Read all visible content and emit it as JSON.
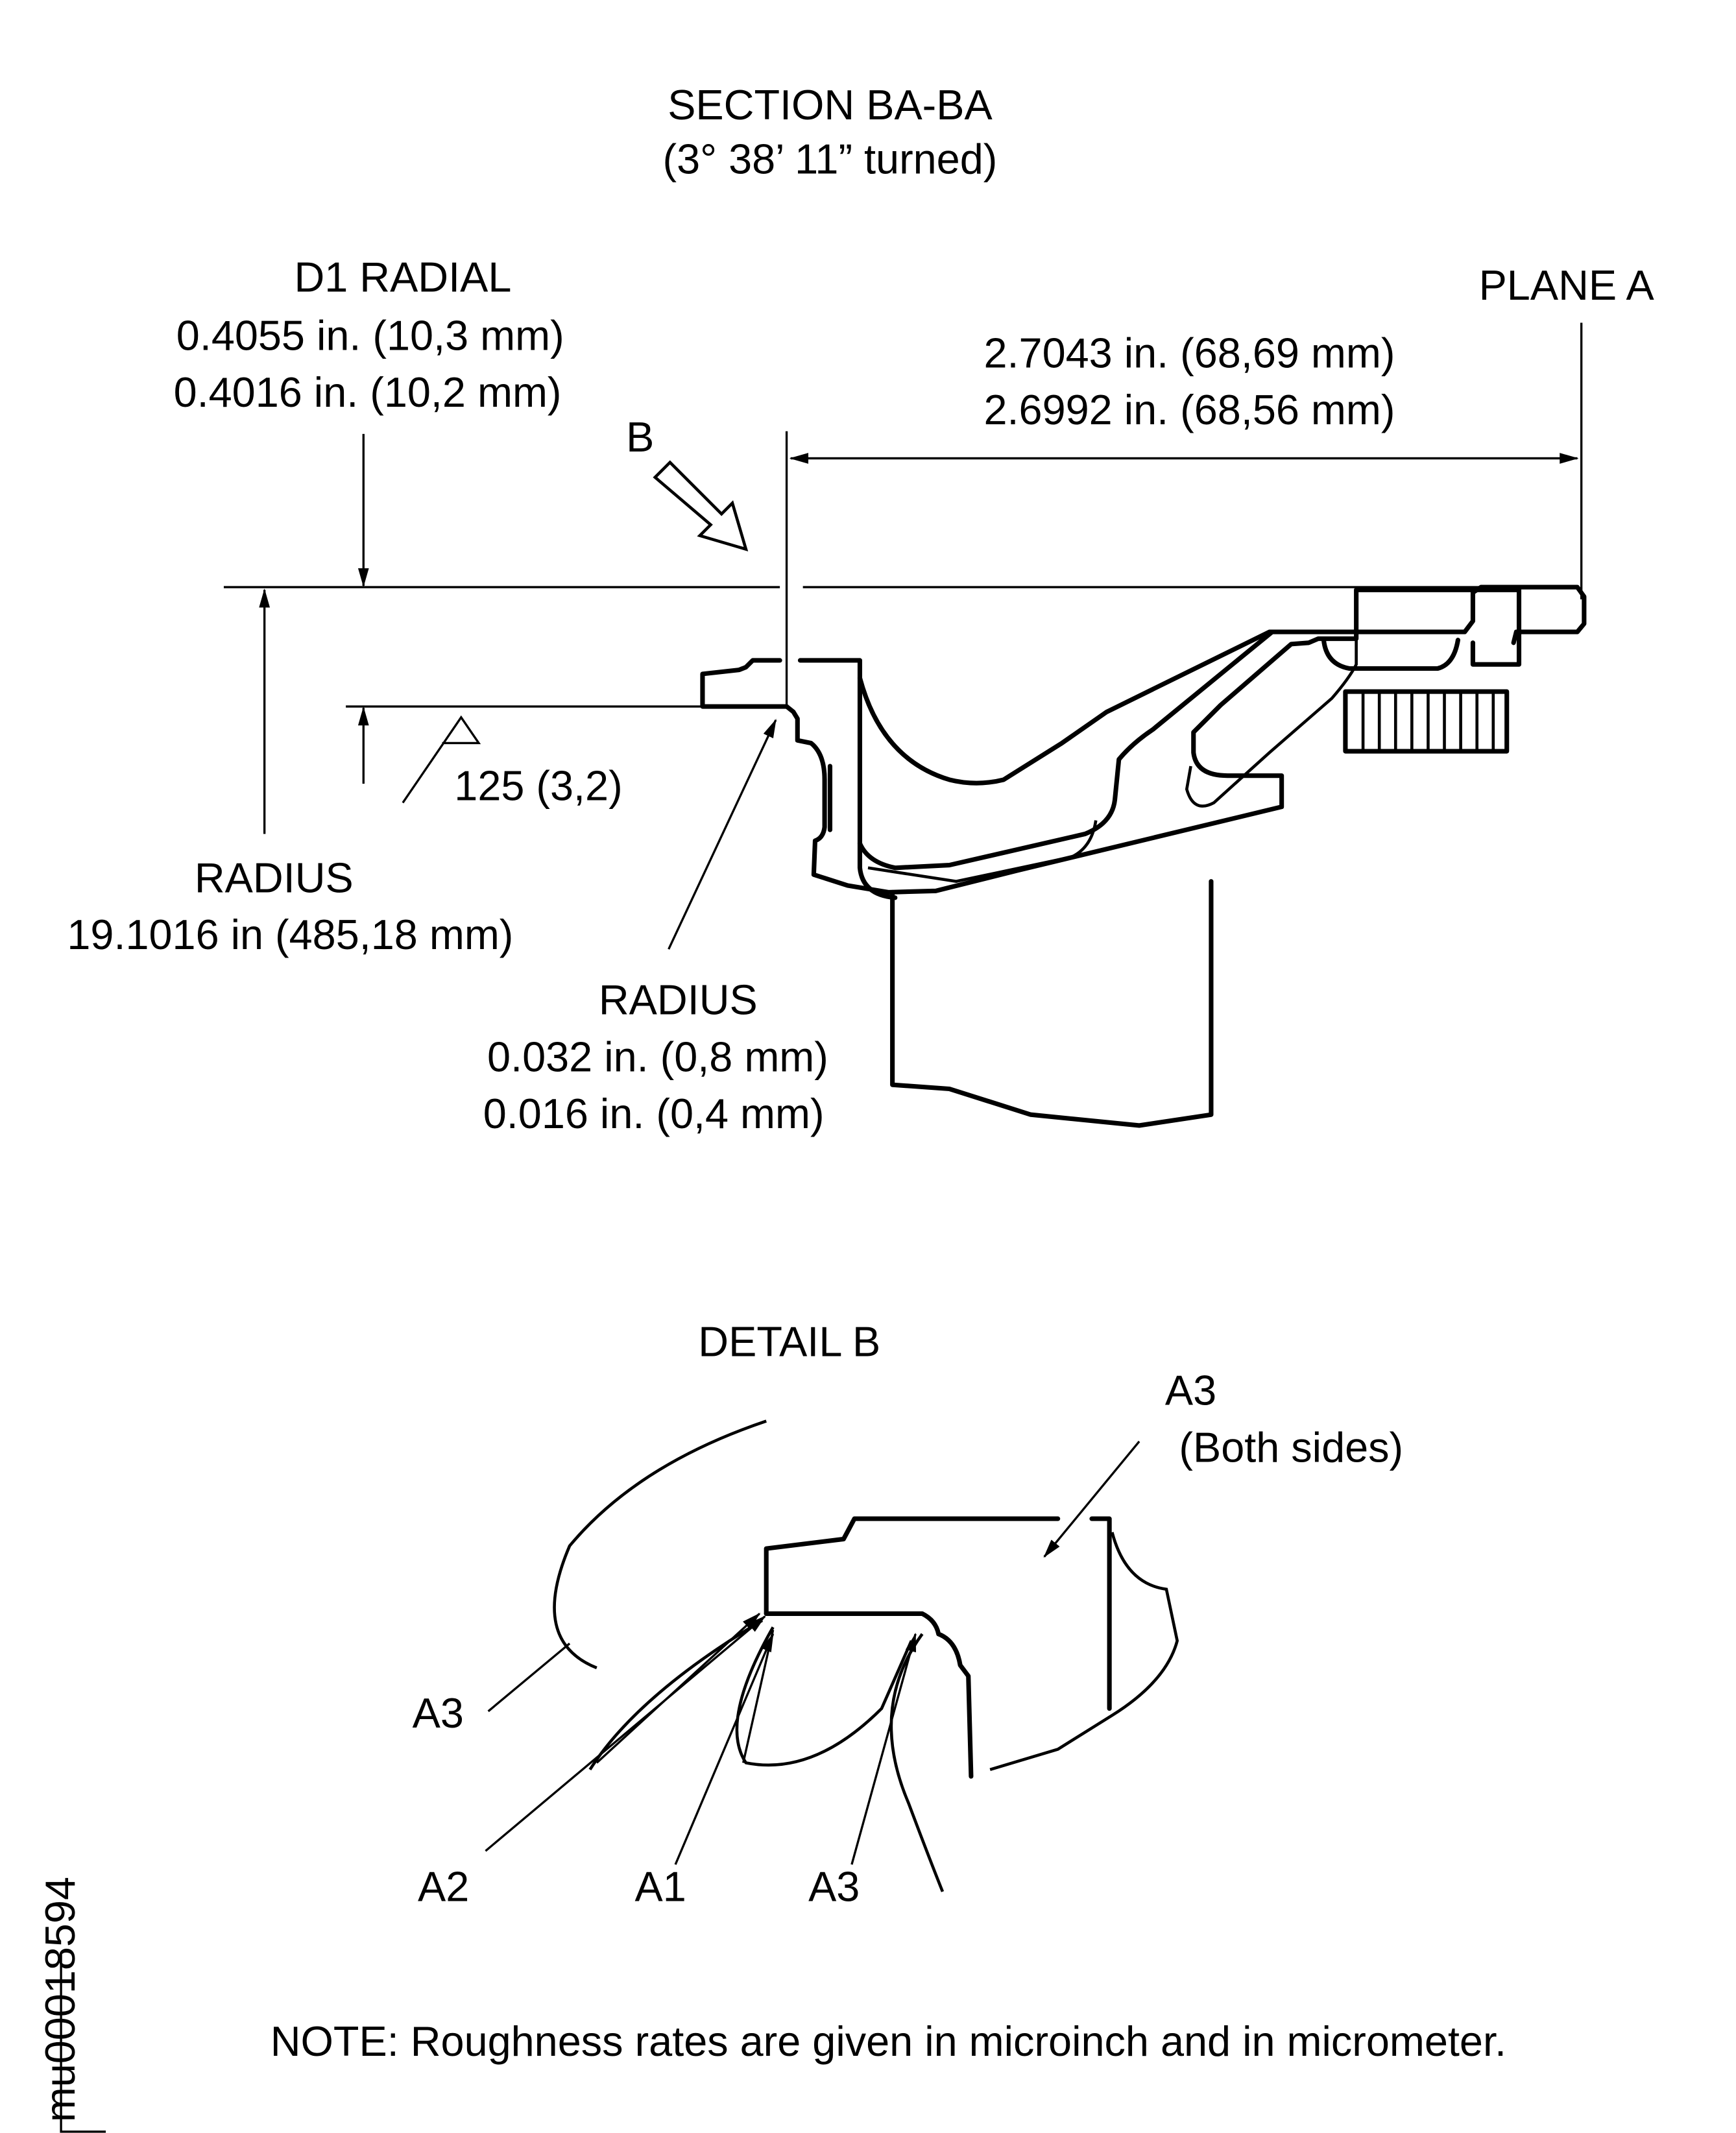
{
  "section_title": "SECTION BA-BA",
  "section_subtitle": "(3° 38’ 11” turned)",
  "d1_radial": {
    "label": "D1 RADIAL",
    "max": "0.4055 in. (10,3 mm)",
    "min": "0.4016 in. (10,2 mm)"
  },
  "plane_label": "PLANE A",
  "length_dim": {
    "max": "2.7043 in. (68,69 mm)",
    "min": "2.6992 in. (68,56 mm)"
  },
  "detail_arrow_label": "B",
  "roughness_symbol_value": "125 (3,2)",
  "radius_large": {
    "label": "RADIUS",
    "value": "19.1016 in (485,18 mm)"
  },
  "radius_small": {
    "label": "RADIUS",
    "max": "0.032 in. (0,8 mm)",
    "min": "0.016 in. (0,4 mm)"
  },
  "detail_title": "DETAIL B",
  "detail_labels": {
    "a3_top": "A3",
    "a3_top_note": "(Both sides)",
    "a3_left": "A3",
    "a2": "A2",
    "a1": "A1",
    "a3_bottom": "A3"
  },
  "figure_id": "mu00018594",
  "note": "NOTE: Roughness rates are given in microinch and in micrometer."
}
